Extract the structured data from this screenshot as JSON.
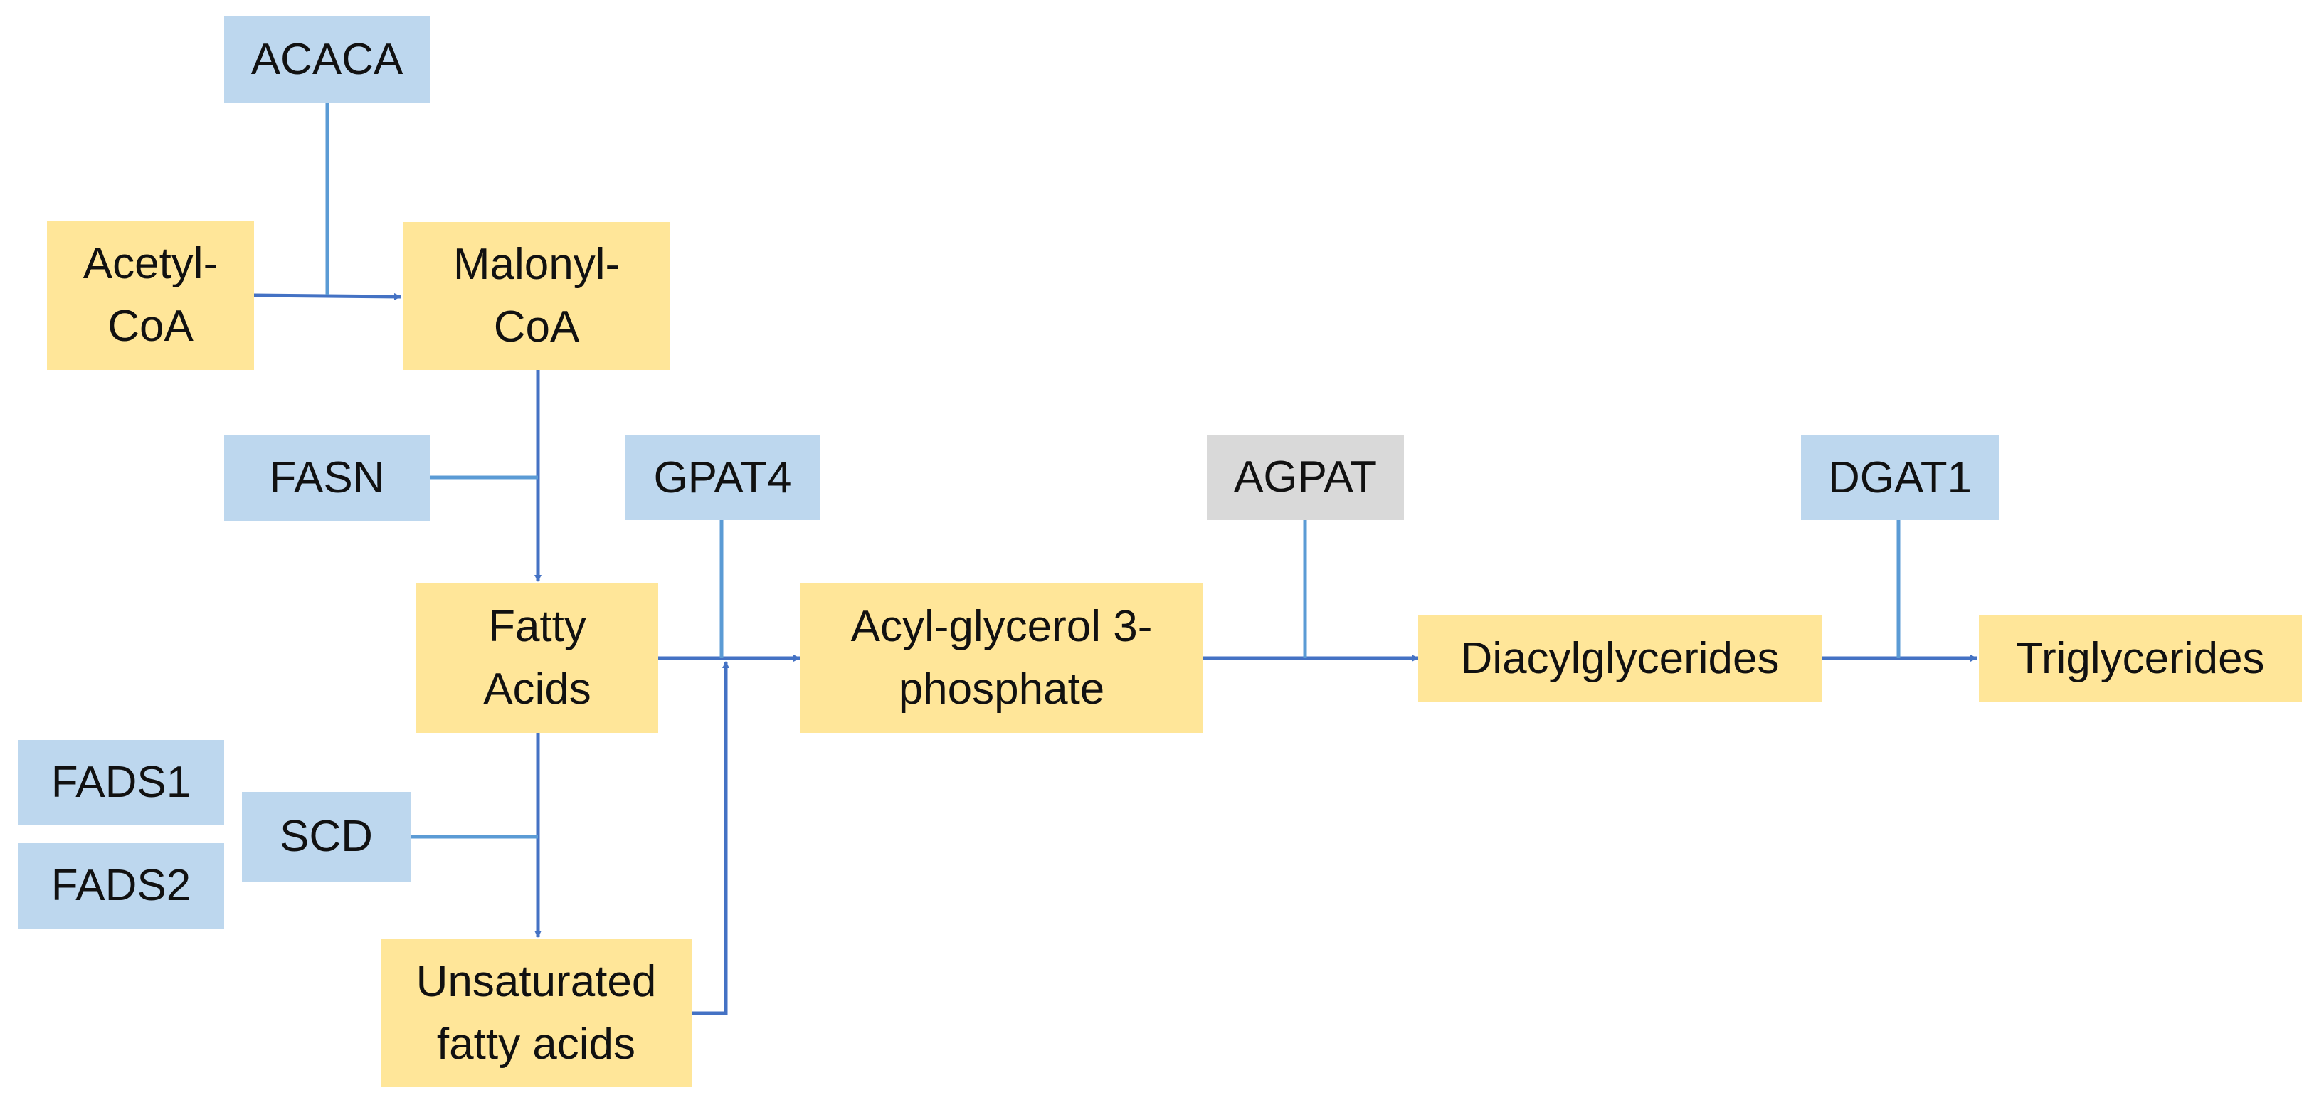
{
  "colors": {
    "metabolite": "#ffe699",
    "enzyme": "#bdd7ee",
    "enzyme_inactive": "#d9d9d9",
    "line": "#4472c4",
    "enzyme_line": "#5b9bd5"
  },
  "metabolites": {
    "acetyl_coa": "Acetyl-\nCoA",
    "malonyl_coa": "Malonyl-\nCoA",
    "fatty_acids": "Fatty\nAcids",
    "unsaturated_fatty_acids": "Unsaturated\nfatty acids",
    "acyl_glycerol_3_phosphate": "Acyl-glycerol 3-\nphosphate",
    "diacylglycerides": "Diacylglycerides",
    "triglycerides": "Triglycerides"
  },
  "enzymes": {
    "acaca": "ACACA",
    "fasn": "FASN",
    "gpat4": "GPAT4",
    "agpat": "AGPAT",
    "dgat1": "DGAT1",
    "fads1": "FADS1",
    "fads2": "FADS2",
    "scd": "SCD"
  }
}
